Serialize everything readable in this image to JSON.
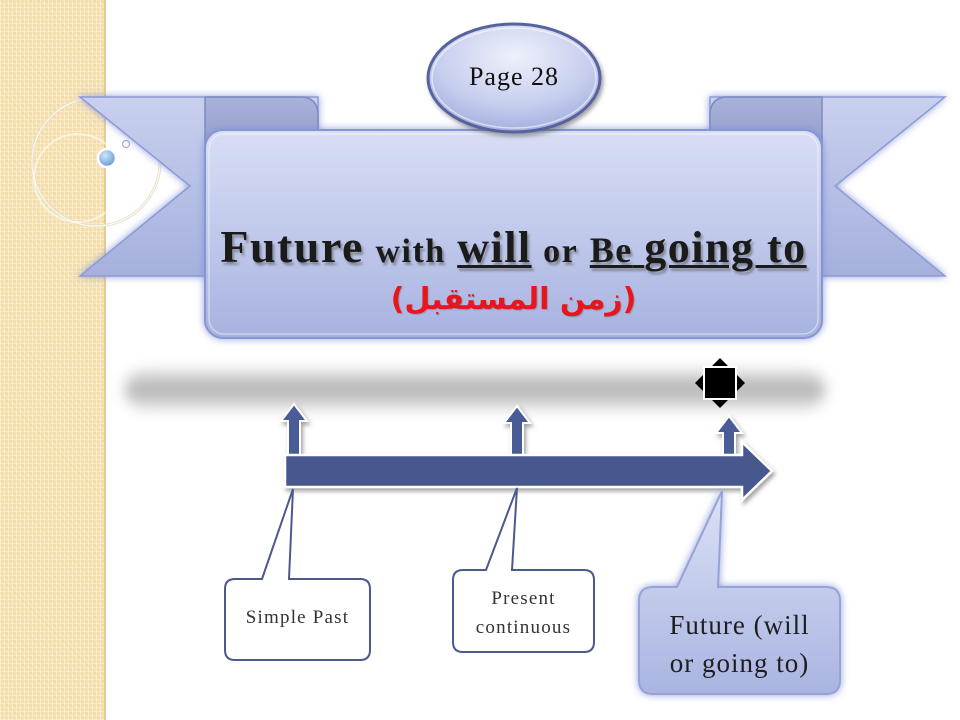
{
  "slide": {
    "page_badge": "Page 28",
    "title_words": [
      {
        "text": "Future"
      },
      {
        "text": "with"
      },
      {
        "text": "will"
      },
      {
        "text": "or"
      },
      {
        "text": "Be"
      },
      {
        "text": "going to"
      }
    ],
    "subtitle": "(زمن المستقبل)"
  },
  "timeline": {
    "marker_icon": "diamond-marker-icon",
    "pointer_icon": "up-arrow-icon",
    "callouts": [
      {
        "lines": [
          "Simple Past"
        ]
      },
      {
        "lines": [
          "Present",
          "continuous"
        ]
      },
      {
        "lines": [
          "Future (will",
          "or going to)"
        ]
      }
    ]
  },
  "colors": {
    "slide_background": "#FFFFFF",
    "left_strip": "#F5DFAE",
    "banner_fill": "#C3CBEE",
    "banner_border": "#8796D1",
    "subtitle_text": "#E8161B",
    "timeline_arrow": "#46598F",
    "callout_border": "#4A5A8E",
    "future_callout_fill": "#C2CAEC"
  }
}
